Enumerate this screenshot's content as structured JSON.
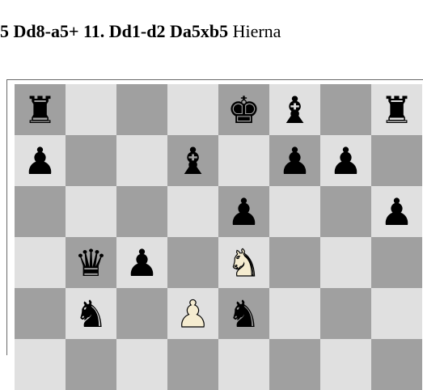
{
  "notation": {
    "line_bold": "5 Dd8-a5+  11. Dd1-d2 Da5xb5",
    "line_rest": "Hierna"
  },
  "board": {
    "light_color": "#e0e0e0",
    "dark_color": "#a0a0a0",
    "visible_ranks": [
      "8",
      "7",
      "6",
      "5",
      "4",
      "3"
    ],
    "files": [
      "a",
      "b",
      "c",
      "d",
      "e",
      "f",
      "g",
      "h"
    ],
    "pieces": [
      {
        "square": "a8",
        "type": "rook",
        "color": "black",
        "glyph": "♜"
      },
      {
        "square": "e8",
        "type": "king",
        "color": "black",
        "glyph": "♚"
      },
      {
        "square": "f8",
        "type": "bishop",
        "color": "black",
        "glyph": "♝"
      },
      {
        "square": "h8",
        "type": "rook",
        "color": "black",
        "glyph": "♜"
      },
      {
        "square": "a7",
        "type": "pawn",
        "color": "black",
        "glyph": "♟"
      },
      {
        "square": "d7",
        "type": "bishop",
        "color": "black",
        "glyph": "♝"
      },
      {
        "square": "f7",
        "type": "pawn",
        "color": "black",
        "glyph": "♟"
      },
      {
        "square": "g7",
        "type": "pawn",
        "color": "black",
        "glyph": "♟"
      },
      {
        "square": "e6",
        "type": "pawn",
        "color": "black",
        "glyph": "♟"
      },
      {
        "square": "h6",
        "type": "pawn",
        "color": "black",
        "glyph": "♟"
      },
      {
        "square": "b5",
        "type": "queen",
        "color": "black",
        "glyph": "♛"
      },
      {
        "square": "c5",
        "type": "pawn",
        "color": "black",
        "glyph": "♟"
      },
      {
        "square": "e5",
        "type": "knight",
        "color": "white",
        "glyph": "♞"
      },
      {
        "square": "b4",
        "type": "knight",
        "color": "black",
        "glyph": "♞"
      },
      {
        "square": "d4",
        "type": "pawn",
        "color": "white",
        "glyph": "♟"
      },
      {
        "square": "e4",
        "type": "knight",
        "color": "black",
        "glyph": "♞"
      }
    ]
  }
}
